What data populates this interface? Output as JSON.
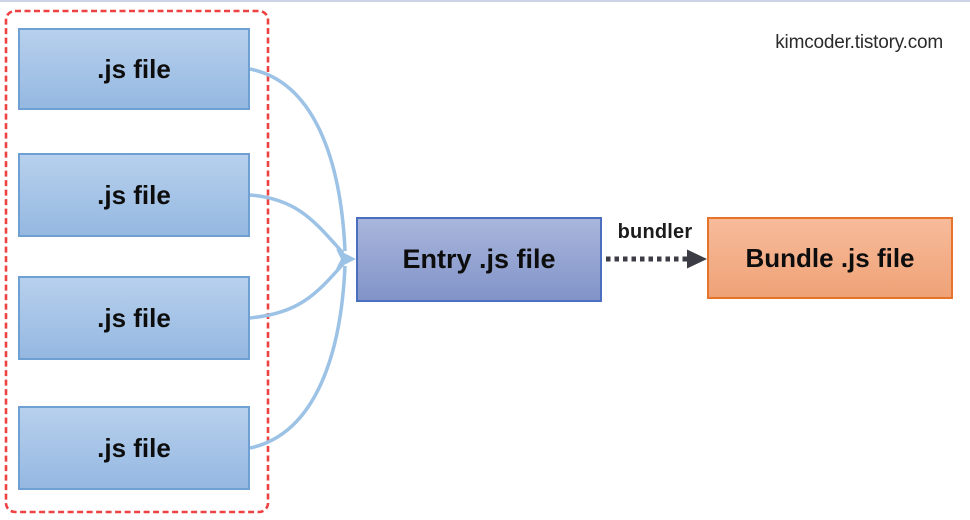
{
  "watermark": "kimcoder.tistory.com",
  "diagram": {
    "source_files": [
      {
        "label": ".js file"
      },
      {
        "label": ".js file"
      },
      {
        "label": ".js file"
      },
      {
        "label": ".js file"
      }
    ],
    "entry": {
      "label": "Entry .js file"
    },
    "bundle": {
      "label": "Bundle .js file"
    },
    "process_label": "bundler",
    "colors": {
      "source_fill_top": "#b7d0ed",
      "source_fill_bottom": "#95b8e1",
      "source_border": "#6fa0d3",
      "entry_fill_top": "#a9b6dc",
      "entry_fill_bottom": "#8193c8",
      "entry_border": "#4a6fbe",
      "bundle_fill_top": "#f7bb9b",
      "bundle_fill_bottom": "#efa276",
      "bundle_border": "#e6732a",
      "curve_stroke": "#9cc2e5",
      "dashed_arrow": "#3c3c44",
      "group_border": "#ee4141",
      "top_edge": "#ccd4e5"
    }
  }
}
